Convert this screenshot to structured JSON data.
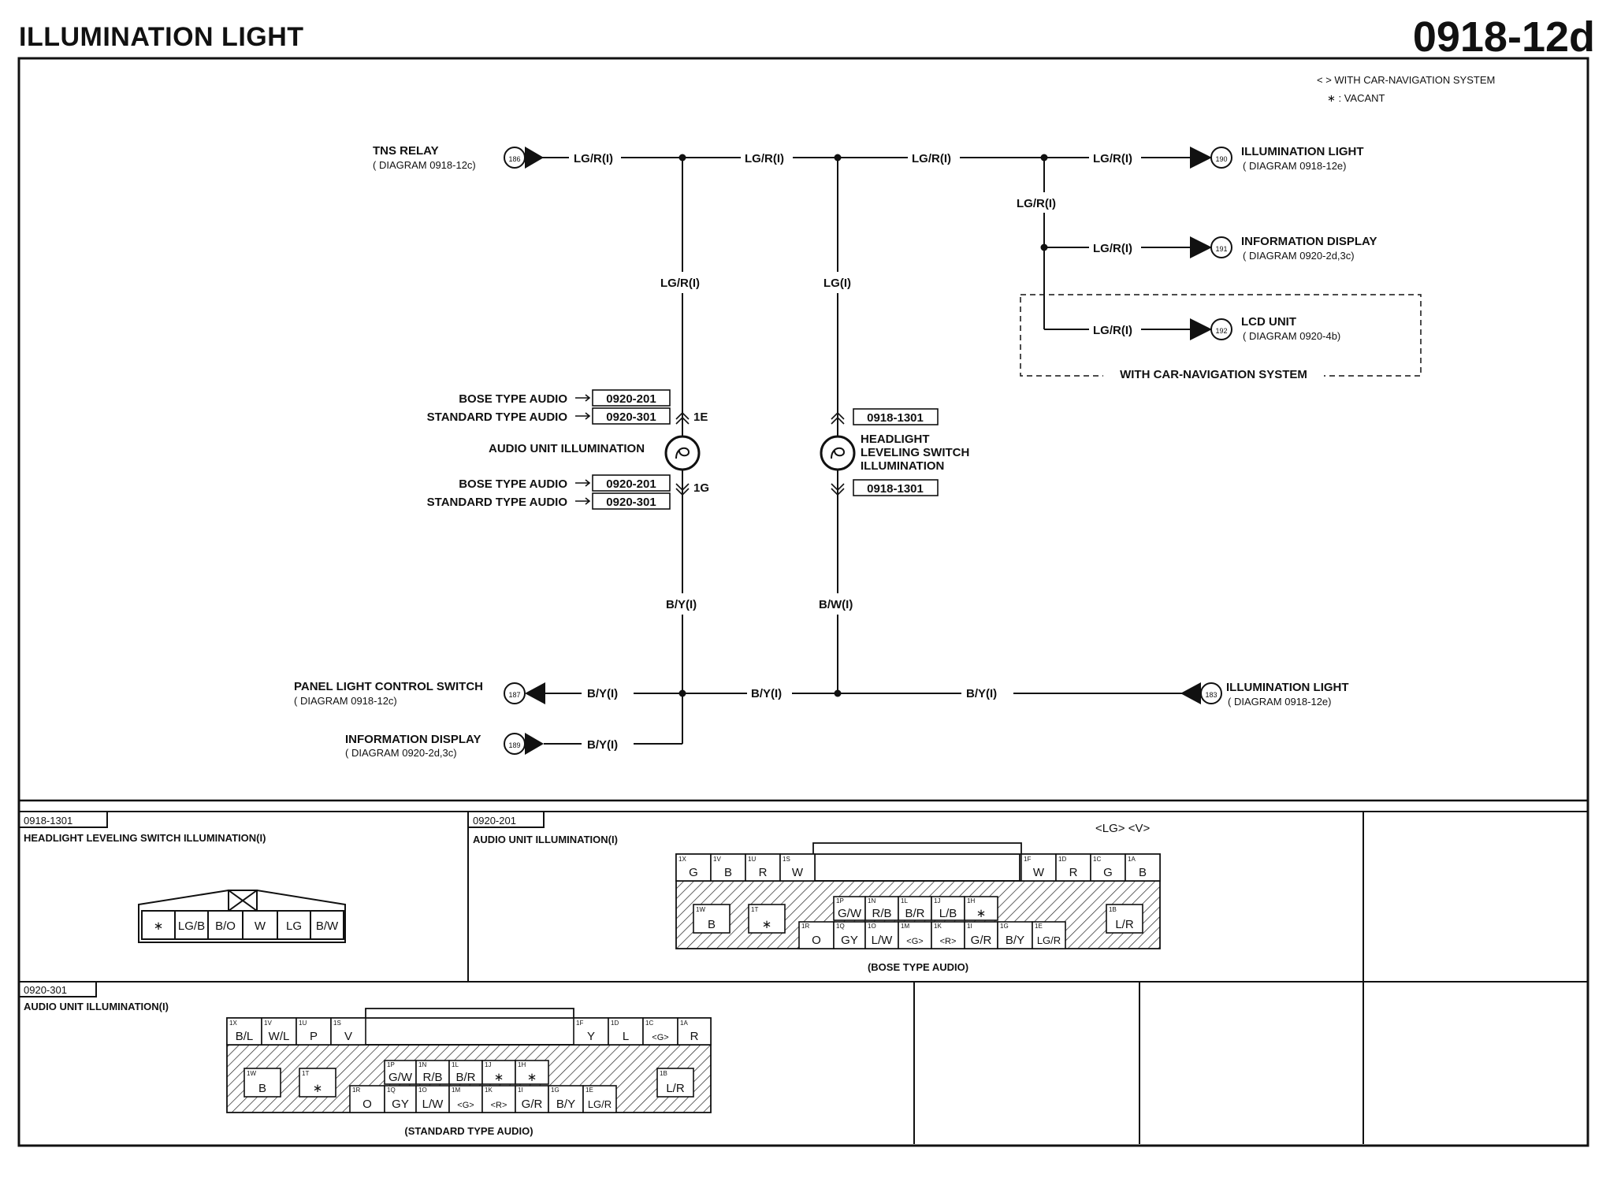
{
  "header": {
    "title": "ILLUMINATION LIGHT",
    "code": "0918-12d"
  },
  "legend": {
    "nav": "< > WITH CAR-NAVIGATION SYSTEM",
    "vacant": "∗ : VACANT"
  },
  "wires": {
    "lgr": "LG/R(I)",
    "lg": "LG(I)",
    "by": "B/Y(I)",
    "bw": "B/W(I)"
  },
  "endpoints": {
    "tns": {
      "num": "186",
      "name": "TNS RELAY",
      "ref": "( DIAGRAM 0918-12c)"
    },
    "illum_e190": {
      "num": "190",
      "name": "ILLUMINATION LIGHT",
      "ref": "( DIAGRAM 0918-12e)"
    },
    "info191": {
      "num": "191",
      "name": "INFORMATION DISPLAY",
      "ref": "( DIAGRAM 0920-2d,3c)"
    },
    "lcd192": {
      "num": "192",
      "name": "LCD UNIT",
      "ref": "( DIAGRAM 0920-4b)"
    },
    "panel187": {
      "num": "187",
      "name": "PANEL LIGHT CONTROL SWITCH",
      "ref": "( DIAGRAM 0918-12c)"
    },
    "info189": {
      "num": "189",
      "name": "INFORMATION DISPLAY",
      "ref": "( DIAGRAM 0920-2d,3c)"
    },
    "illum183": {
      "num": "183",
      "name": "ILLUMINATION LIGHT",
      "ref": "( DIAGRAM 0918-12e)"
    }
  },
  "nav_box_label": "WITH CAR-NAVIGATION SYSTEM",
  "audio_unit": {
    "name": "AUDIO UNIT ILLUMINATION",
    "bose": "BOSE TYPE AUDIO",
    "standard": "STANDARD TYPE AUDIO",
    "bose_conn": "0920-201",
    "std_conn": "0920-301",
    "pin_top": "1E",
    "pin_bottom": "1G"
  },
  "headlight": {
    "name_l1": "HEADLIGHT",
    "name_l2": "LEVELING SWITCH",
    "name_l3": "ILLUMINATION",
    "conn": "0918-1301"
  },
  "connectors": {
    "c1301": {
      "code": "0918-1301",
      "title": "HEADLIGHT LEVELING SWITCH ILLUMINATION(I)",
      "pins": [
        "∗",
        "LG/B",
        "B/O",
        "W",
        "LG",
        "B/W"
      ]
    },
    "c201": {
      "code": "0920-201",
      "title": "AUDIO UNIT ILLUMINATION(I)",
      "caption": "(BOSE TYPE AUDIO)",
      "nav_tags": "<LG> <V>"
    },
    "c301": {
      "code": "0920-301",
      "title": "AUDIO UNIT ILLUMINATION(I)",
      "caption": "(STANDARD TYPE AUDIO)"
    }
  }
}
